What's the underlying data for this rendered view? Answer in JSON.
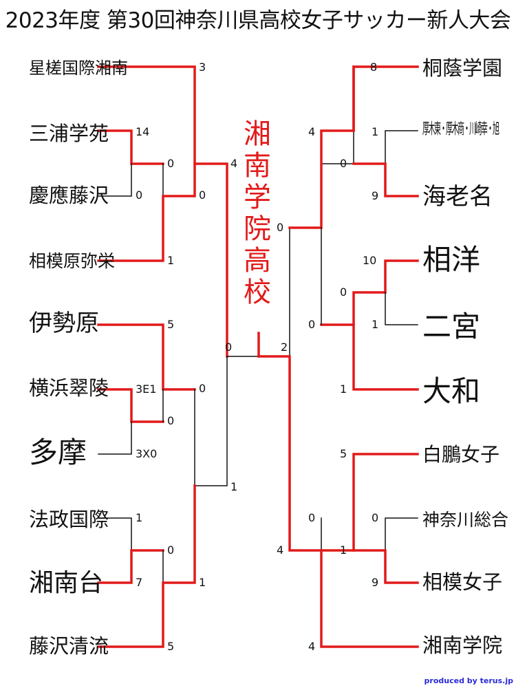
{
  "title": "2023年度 第30回神奈川県高校女子サッカー新人大会",
  "champion": [
    "湘",
    "南",
    "学",
    "院",
    "高",
    "校"
  ],
  "colors": {
    "winner": "#e21a1a",
    "loser": "#111111",
    "credit": "#2a2ad8"
  },
  "teams_left": [
    "星槎国際湘南",
    "三浦学苑",
    "慶應藤沢",
    "相模原弥栄",
    "伊勢原",
    "横浜翠陵",
    "多摩",
    "法政国際",
    "湘南台",
    "藤沢清流"
  ],
  "teams_right": [
    "桐蔭学園",
    "厚木東・厚木商・川崎幸・旭",
    "海老名",
    "相洋",
    "二宮",
    "大和",
    "白鵬女子",
    "神奈川総合",
    "相模女子",
    "湘南学院"
  ],
  "scores": {
    "l1": "3",
    "l2": "14",
    "l3": "0",
    "l4": "1",
    "l5": "5",
    "l6": "3E1",
    "l7": "3X0",
    "l8": "1",
    "l9": "7",
    "l10": "5",
    "l23": "0",
    "l67": "0",
    "l89": "0",
    "l234a": "0",
    "l234b": "1",
    "l5_67": "0",
    "l89_10": "1",
    "lqf1": "4",
    "lqf2": "1",
    "lfinal": "0",
    "r1": "8",
    "r2": "1",
    "r3": "9",
    "r4": "10",
    "r5": "1",
    "r6": "1",
    "r7": "5",
    "r8": "0",
    "r9": "9",
    "r10": "4",
    "r23": "0",
    "r45": "0",
    "r89": "1",
    "r1_23": "4",
    "r45_6": "0",
    "r7_89": "0",
    "rqf1": "0",
    "rqf2": "4",
    "rfinal": "2"
  },
  "credit": "produced by terus.jp"
}
